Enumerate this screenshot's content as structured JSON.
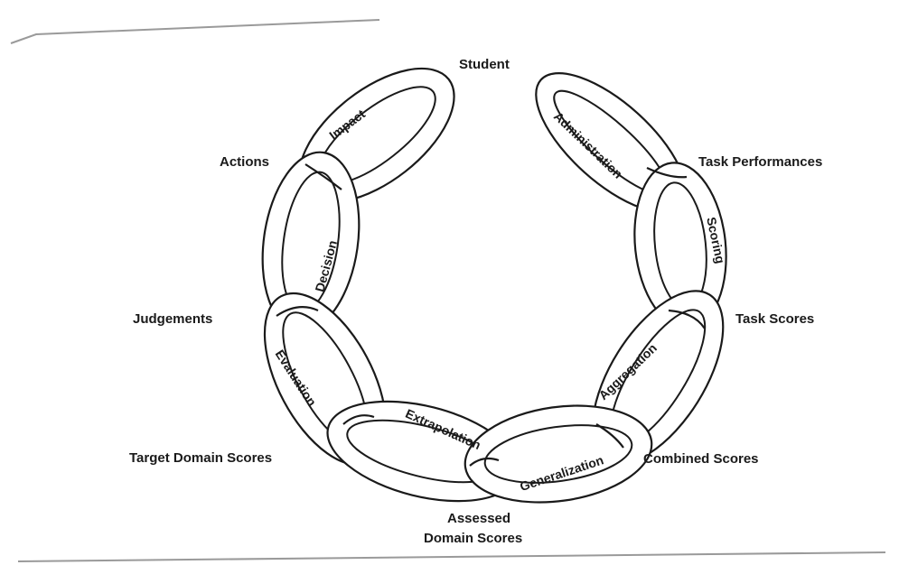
{
  "nodes": {
    "student": "Student",
    "task_performances": "Task Performances",
    "task_scores": "Task Scores",
    "combined_scores": "Combined Scores",
    "assessed_domain_scores_line1": "Assessed",
    "assessed_domain_scores_line2": "Domain Scores",
    "target_domain_scores": "Target Domain Scores",
    "judgements": "Judgements",
    "actions": "Actions"
  },
  "links": {
    "administration": "Administration",
    "scoring": "Scoring",
    "aggregation": "Aggregation",
    "generalization": "Generalization",
    "extrapolation": "Extrapolation",
    "evaluation": "Evaluation",
    "decision": "Decision",
    "impact": "Impact"
  },
  "colors": {
    "ink": "#1a1a1a",
    "paper": "#ffffff"
  }
}
